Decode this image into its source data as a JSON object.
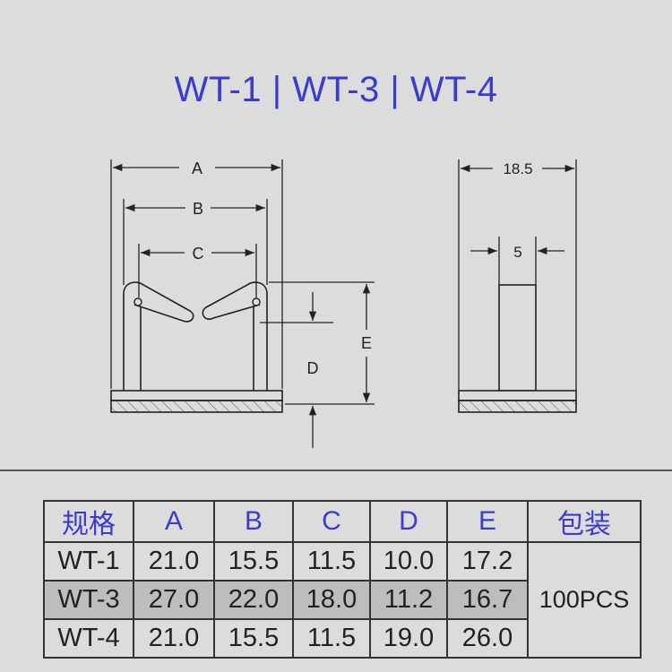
{
  "title": "WT-1 | WT-3 | WT-4",
  "diagram": {
    "front": {
      "label_a": "A",
      "label_b": "B",
      "label_c": "C",
      "label_d": "D",
      "label_e": "E"
    },
    "side": {
      "width_label": "18.5",
      "post_label": "5"
    }
  },
  "table": {
    "headers": [
      "规格",
      "A",
      "B",
      "C",
      "D",
      "E",
      "包装"
    ],
    "rows": [
      {
        "spec": "WT-1",
        "a": "21.0",
        "b": "15.5",
        "c": "11.5",
        "d": "10.0",
        "e": "17.2"
      },
      {
        "spec": "WT-3",
        "a": "27.0",
        "b": "22.0",
        "c": "18.0",
        "d": "11.2",
        "e": "16.7"
      },
      {
        "spec": "WT-4",
        "a": "21.0",
        "b": "15.5",
        "c": "11.5",
        "d": "19.0",
        "e": "26.0"
      }
    ],
    "packaging": "100PCS"
  }
}
